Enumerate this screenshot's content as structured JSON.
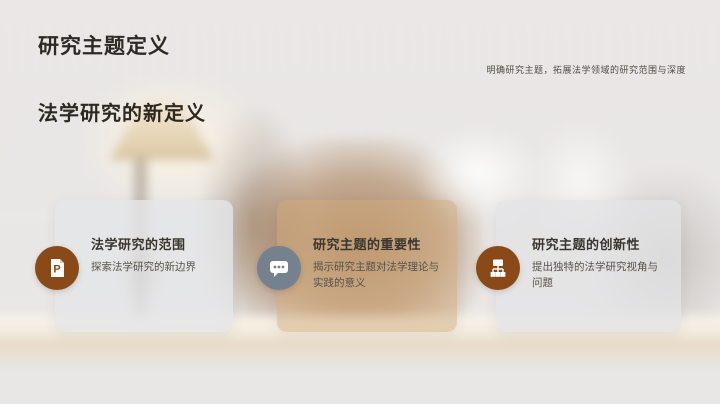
{
  "slide": {
    "title": "研究主题定义",
    "header_note": "明确研究主题，拓展法学领域的研究范围与深度",
    "subtitle": "法学研究的新定义"
  },
  "cards": [
    {
      "title": "法学研究的范围",
      "desc": "探索法学研究的新边界",
      "icon": "document-p-icon"
    },
    {
      "title": "研究主题的重要性",
      "desc": "揭示研究主题对法学理论与实践的意义",
      "icon": "chat-ellipsis-icon"
    },
    {
      "title": "研究主题的创新性",
      "desc": "提出独特的法学研究视角与问题",
      "icon": "org-chart-icon"
    }
  ],
  "colors": {
    "accent_brown": "#8a4a17",
    "icon_slate": "#76818f",
    "title_text": "#2d2a24",
    "card_bg_gray": "#e4e5e8",
    "card_bg_tan": "#d2aa7a",
    "background_base": "#ebe9e7"
  }
}
